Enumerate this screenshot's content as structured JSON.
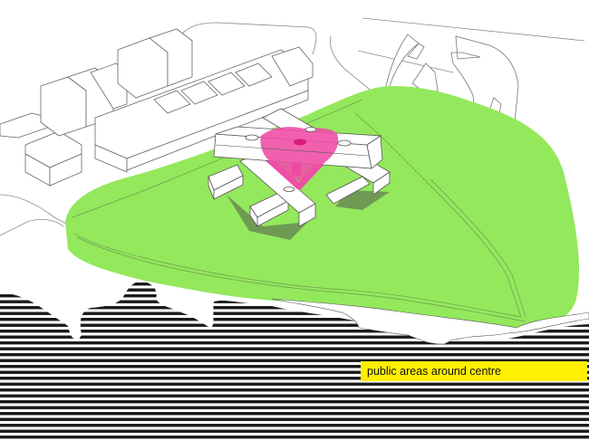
{
  "diagram": {
    "title": "public areas around centre",
    "type": "isometric site plan",
    "colors": {
      "public_area_green": "#94e85c",
      "centre_pink": "#ee4fa6",
      "centre_pink_dark": "#d81b7d",
      "shadow": "#6f9a54",
      "water_stripe_dark": "#1a1a1a",
      "legend_yellow": "#ffef00",
      "outline": "#7a7a7a"
    },
    "elements": [
      {
        "id": "existing-buildings-left",
        "label": "existing buildings (outline)"
      },
      {
        "id": "curved-buildings-right",
        "label": "curved buildings (outline)"
      },
      {
        "id": "public-area",
        "label": "public area (green)"
      },
      {
        "id": "centre-building",
        "label": "stacked-bar centre building"
      },
      {
        "id": "centre-core",
        "label": "central pink core"
      },
      {
        "id": "water",
        "label": "water (striped)"
      }
    ]
  },
  "legend": {
    "label": "public areas around centre"
  }
}
